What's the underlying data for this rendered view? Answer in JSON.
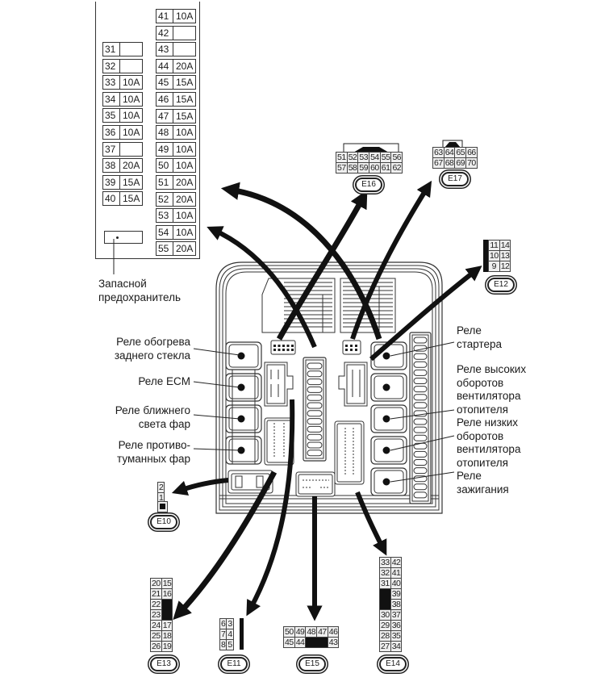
{
  "fuse_panel": {
    "left_column": [
      {
        "num": "31",
        "amp": ""
      },
      {
        "num": "32",
        "amp": ""
      },
      {
        "num": "33",
        "amp": "10A"
      },
      {
        "num": "34",
        "amp": "10A"
      },
      {
        "num": "35",
        "amp": "10A"
      },
      {
        "num": "36",
        "amp": "10A"
      },
      {
        "num": "37",
        "amp": ""
      },
      {
        "num": "38",
        "amp": "20A"
      },
      {
        "num": "39",
        "amp": "15A"
      },
      {
        "num": "40",
        "amp": "15A"
      }
    ],
    "right_column": [
      {
        "num": "41",
        "amp": "10A"
      },
      {
        "num": "42",
        "amp": ""
      },
      {
        "num": "43",
        "amp": ""
      },
      {
        "num": "44",
        "amp": "20A"
      },
      {
        "num": "45",
        "amp": "15A"
      },
      {
        "num": "46",
        "amp": "15A"
      },
      {
        "num": "47",
        "amp": "15A"
      },
      {
        "num": "48",
        "amp": "10A"
      },
      {
        "num": "49",
        "amp": "10A"
      },
      {
        "num": "50",
        "amp": "10A"
      },
      {
        "num": "51",
        "amp": "20A"
      },
      {
        "num": "52",
        "amp": "20A"
      },
      {
        "num": "53",
        "amp": "10A"
      },
      {
        "num": "54",
        "amp": "10A"
      },
      {
        "num": "55",
        "amp": "20A"
      }
    ],
    "spare_label_line1": "Запасной",
    "spare_label_line2": "предохранитель"
  },
  "relay_labels_left": [
    {
      "line1": "Реле обогрева",
      "line2": "заднего стекла"
    },
    {
      "line1": "Реле ECM",
      "line2": ""
    },
    {
      "line1": "Реле ближнего",
      "line2": "света фар"
    },
    {
      "line1": "Реле противо-",
      "line2": "туманных фар"
    }
  ],
  "relay_labels_right": [
    {
      "lines": [
        "Реле",
        "стартера"
      ]
    },
    {
      "lines": [
        "Реле высоких",
        "оборотов",
        "вентилятора",
        "отопителя"
      ]
    },
    {
      "lines": [
        "Реле низких",
        "оборотов",
        "вентилятора",
        "отопителя"
      ]
    },
    {
      "lines": [
        "Реле",
        "зажигания"
      ]
    }
  ],
  "connectors": {
    "E16": {
      "label": "E16",
      "rows": [
        [
          "51",
          "52",
          "53",
          "54",
          "55",
          "56"
        ],
        [
          "57",
          "58",
          "59",
          "60",
          "61",
          "62"
        ]
      ]
    },
    "E17": {
      "label": "E17",
      "rows": [
        [
          "63",
          "64",
          "65",
          "66"
        ],
        [
          "67",
          "68",
          "69",
          "70"
        ]
      ]
    },
    "E12": {
      "label": "E12",
      "rows": [
        [
          "11",
          "14"
        ],
        [
          "10",
          "13"
        ],
        [
          "9",
          "12"
        ]
      ]
    },
    "E10": {
      "label": "E10",
      "rows": [
        [
          "2"
        ],
        [
          "1"
        ]
      ]
    },
    "E13": {
      "label": "E13",
      "rows": [
        [
          "20",
          "15"
        ],
        [
          "21",
          "16"
        ],
        [
          "22",
          ""
        ],
        [
          "23",
          ""
        ],
        [
          "24",
          "17"
        ],
        [
          "25",
          "18"
        ],
        [
          "26",
          "19"
        ]
      ]
    },
    "E11": {
      "label": "E11",
      "rows": [
        [
          "6",
          "3"
        ],
        [
          "7",
          "4"
        ],
        [
          "8",
          "5"
        ]
      ]
    },
    "E15": {
      "label": "E15",
      "rows": [
        [
          "50",
          "49",
          "48",
          "47",
          "46"
        ],
        [
          "45",
          "44",
          "",
          "",
          "43"
        ]
      ]
    },
    "E14": {
      "label": "E14",
      "rows": [
        [
          "33",
          "42"
        ],
        [
          "32",
          "41"
        ],
        [
          "31",
          "40"
        ],
        [
          "",
          "39"
        ],
        [
          "",
          "38"
        ],
        [
          "30",
          "37"
        ],
        [
          "29",
          "36"
        ],
        [
          "28",
          "35"
        ],
        [
          "27",
          "34"
        ]
      ]
    }
  }
}
